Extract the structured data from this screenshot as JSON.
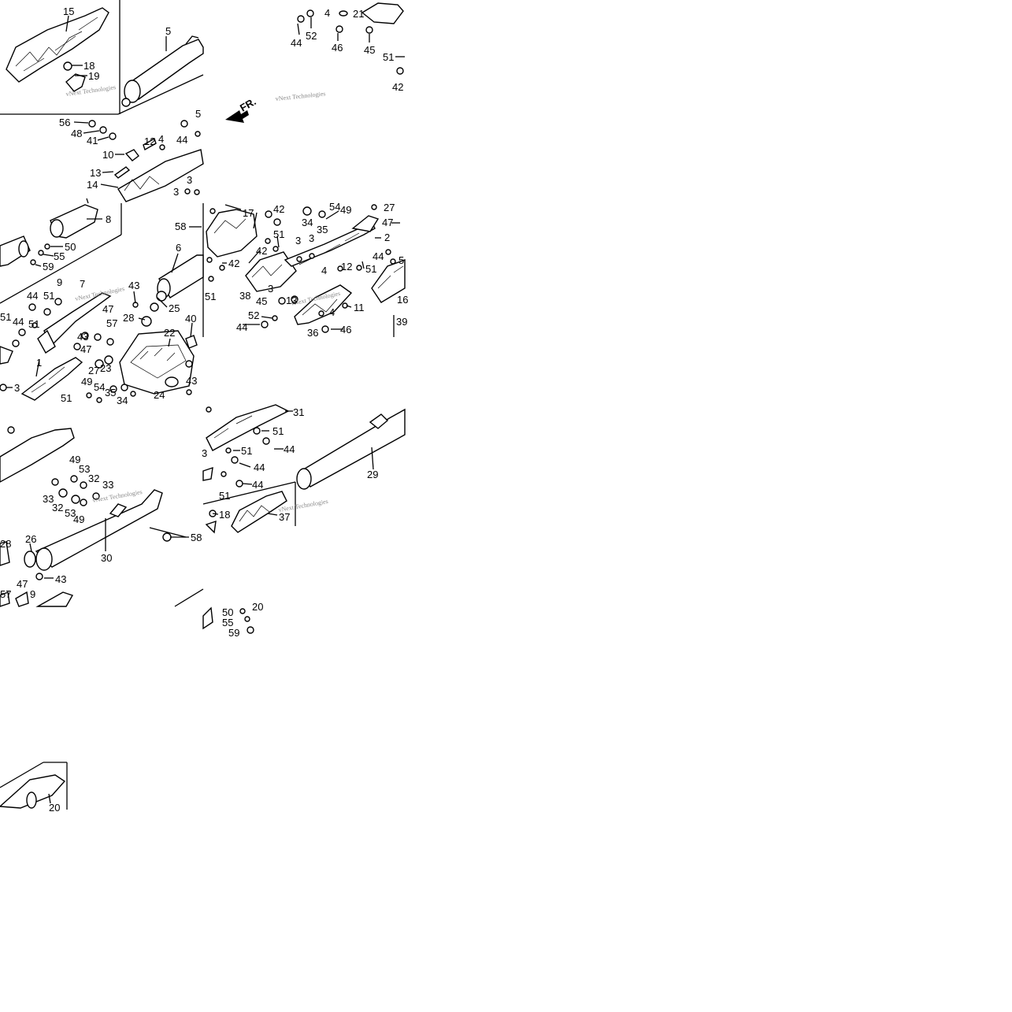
{
  "watermark": "vNext Technologies",
  "front_marker": {
    "label": "FR."
  },
  "callouts": [
    {
      "id": "c15a",
      "text": "15"
    },
    {
      "id": "c5a",
      "text": "5"
    },
    {
      "id": "c18a",
      "text": "18"
    },
    {
      "id": "c19",
      "text": "19"
    },
    {
      "id": "c56",
      "text": "56"
    },
    {
      "id": "c48a",
      "text": "48"
    },
    {
      "id": "c41",
      "text": "41"
    },
    {
      "id": "c10",
      "text": "10"
    },
    {
      "id": "c12a",
      "text": "12"
    },
    {
      "id": "c4a",
      "text": "4"
    },
    {
      "id": "c44a",
      "text": "44"
    },
    {
      "id": "c5b",
      "text": "5"
    },
    {
      "id": "c13a",
      "text": "13"
    },
    {
      "id": "c14",
      "text": "14"
    },
    {
      "id": "c3a",
      "text": "3"
    },
    {
      "id": "c3b",
      "text": "3"
    },
    {
      "id": "c44b",
      "text": "44"
    },
    {
      "id": "c52a",
      "text": "52"
    },
    {
      "id": "c4b",
      "text": "4"
    },
    {
      "id": "c21",
      "text": "21"
    },
    {
      "id": "c46a",
      "text": "46"
    },
    {
      "id": "c45a",
      "text": "45"
    },
    {
      "id": "c51a",
      "text": "51"
    },
    {
      "id": "c42a",
      "text": "42"
    },
    {
      "id": "c8",
      "text": "8"
    },
    {
      "id": "c50a",
      "text": "50"
    },
    {
      "id": "c55a",
      "text": "55"
    },
    {
      "id": "c59a",
      "text": "59"
    },
    {
      "id": "c9a",
      "text": "9"
    },
    {
      "id": "c7",
      "text": "7"
    },
    {
      "id": "c43a",
      "text": "43"
    },
    {
      "id": "c58a",
      "text": "58"
    },
    {
      "id": "c6",
      "text": "6"
    },
    {
      "id": "c44c",
      "text": "44"
    },
    {
      "id": "c51b",
      "text": "51"
    },
    {
      "id": "c47a",
      "text": "47"
    },
    {
      "id": "c25",
      "text": "25"
    },
    {
      "id": "c28a",
      "text": "28"
    },
    {
      "id": "c44d",
      "text": "44"
    },
    {
      "id": "c51c",
      "text": "51"
    },
    {
      "id": "c57a",
      "text": "57"
    },
    {
      "id": "c51d",
      "text": "51"
    },
    {
      "id": "c43b",
      "text": "43"
    },
    {
      "id": "c22",
      "text": "22"
    },
    {
      "id": "c40",
      "text": "40"
    },
    {
      "id": "c47b",
      "text": "47"
    },
    {
      "id": "c27a",
      "text": "27"
    },
    {
      "id": "c23",
      "text": "23"
    },
    {
      "id": "c1",
      "text": "1"
    },
    {
      "id": "c49a",
      "text": "49"
    },
    {
      "id": "c54a",
      "text": "54"
    },
    {
      "id": "c35a",
      "text": "35"
    },
    {
      "id": "c24",
      "text": "24"
    },
    {
      "id": "c43c",
      "text": "43"
    },
    {
      "id": "c34a",
      "text": "34"
    },
    {
      "id": "c3c",
      "text": "3"
    },
    {
      "id": "c51e",
      "text": "51"
    },
    {
      "id": "c17",
      "text": "17"
    },
    {
      "id": "c42b",
      "text": "42"
    },
    {
      "id": "c51f",
      "text": "51"
    },
    {
      "id": "c54b",
      "text": "54"
    },
    {
      "id": "c49b",
      "text": "49"
    },
    {
      "id": "c34b",
      "text": "34"
    },
    {
      "id": "c35b",
      "text": "35"
    },
    {
      "id": "c27b",
      "text": "27"
    },
    {
      "id": "c47c",
      "text": "47"
    },
    {
      "id": "c2",
      "text": "2"
    },
    {
      "id": "c44e",
      "text": "44"
    },
    {
      "id": "c3d",
      "text": "3"
    },
    {
      "id": "c3e",
      "text": "3"
    },
    {
      "id": "c51g",
      "text": "51"
    },
    {
      "id": "c5c",
      "text": "5"
    },
    {
      "id": "c42c",
      "text": "42"
    },
    {
      "id": "c42d",
      "text": "42"
    },
    {
      "id": "c12b",
      "text": "12"
    },
    {
      "id": "c4c",
      "text": "4"
    },
    {
      "id": "c51h",
      "text": "51"
    },
    {
      "id": "c3f",
      "text": "3"
    },
    {
      "id": "c38",
      "text": "38"
    },
    {
      "id": "c45b",
      "text": "45"
    },
    {
      "id": "c13b",
      "text": "13"
    },
    {
      "id": "c11",
      "text": "11"
    },
    {
      "id": "c16",
      "text": "16"
    },
    {
      "id": "c52b",
      "text": "52"
    },
    {
      "id": "c4d",
      "text": "4"
    },
    {
      "id": "c44f",
      "text": "44"
    },
    {
      "id": "c36",
      "text": "36"
    },
    {
      "id": "c46b",
      "text": "46"
    },
    {
      "id": "c39",
      "text": "39"
    },
    {
      "id": "c3g",
      "text": "3"
    },
    {
      "id": "c51i",
      "text": "51"
    },
    {
      "id": "c49c",
      "text": "49"
    },
    {
      "id": "c53a",
      "text": "53"
    },
    {
      "id": "c32a",
      "text": "32"
    },
    {
      "id": "c33a",
      "text": "33"
    },
    {
      "id": "c33b",
      "text": "33"
    },
    {
      "id": "c32b",
      "text": "32"
    },
    {
      "id": "c53b",
      "text": "53"
    },
    {
      "id": "c49d",
      "text": "49"
    },
    {
      "id": "c28b",
      "text": "28"
    },
    {
      "id": "c26",
      "text": "26"
    },
    {
      "id": "c30",
      "text": "30"
    },
    {
      "id": "c58b",
      "text": "58"
    },
    {
      "id": "c43d",
      "text": "43"
    },
    {
      "id": "c47d",
      "text": "47"
    },
    {
      "id": "c9b",
      "text": "9"
    },
    {
      "id": "c57b",
      "text": "57"
    },
    {
      "id": "c31",
      "text": "31"
    },
    {
      "id": "c51j",
      "text": "51"
    },
    {
      "id": "c51k",
      "text": "51"
    },
    {
      "id": "c44g",
      "text": "44"
    },
    {
      "id": "c44h",
      "text": "44"
    },
    {
      "id": "c44i",
      "text": "44"
    },
    {
      "id": "c51l",
      "text": "51"
    },
    {
      "id": "c29",
      "text": "29"
    },
    {
      "id": "c18b",
      "text": "18"
    },
    {
      "id": "c37",
      "text": "37"
    },
    {
      "id": "c20a",
      "text": "20"
    },
    {
      "id": "c50b",
      "text": "50"
    },
    {
      "id": "c55b",
      "text": "55"
    },
    {
      "id": "c59b",
      "text": "59"
    },
    {
      "id": "c20b",
      "text": "20"
    }
  ]
}
